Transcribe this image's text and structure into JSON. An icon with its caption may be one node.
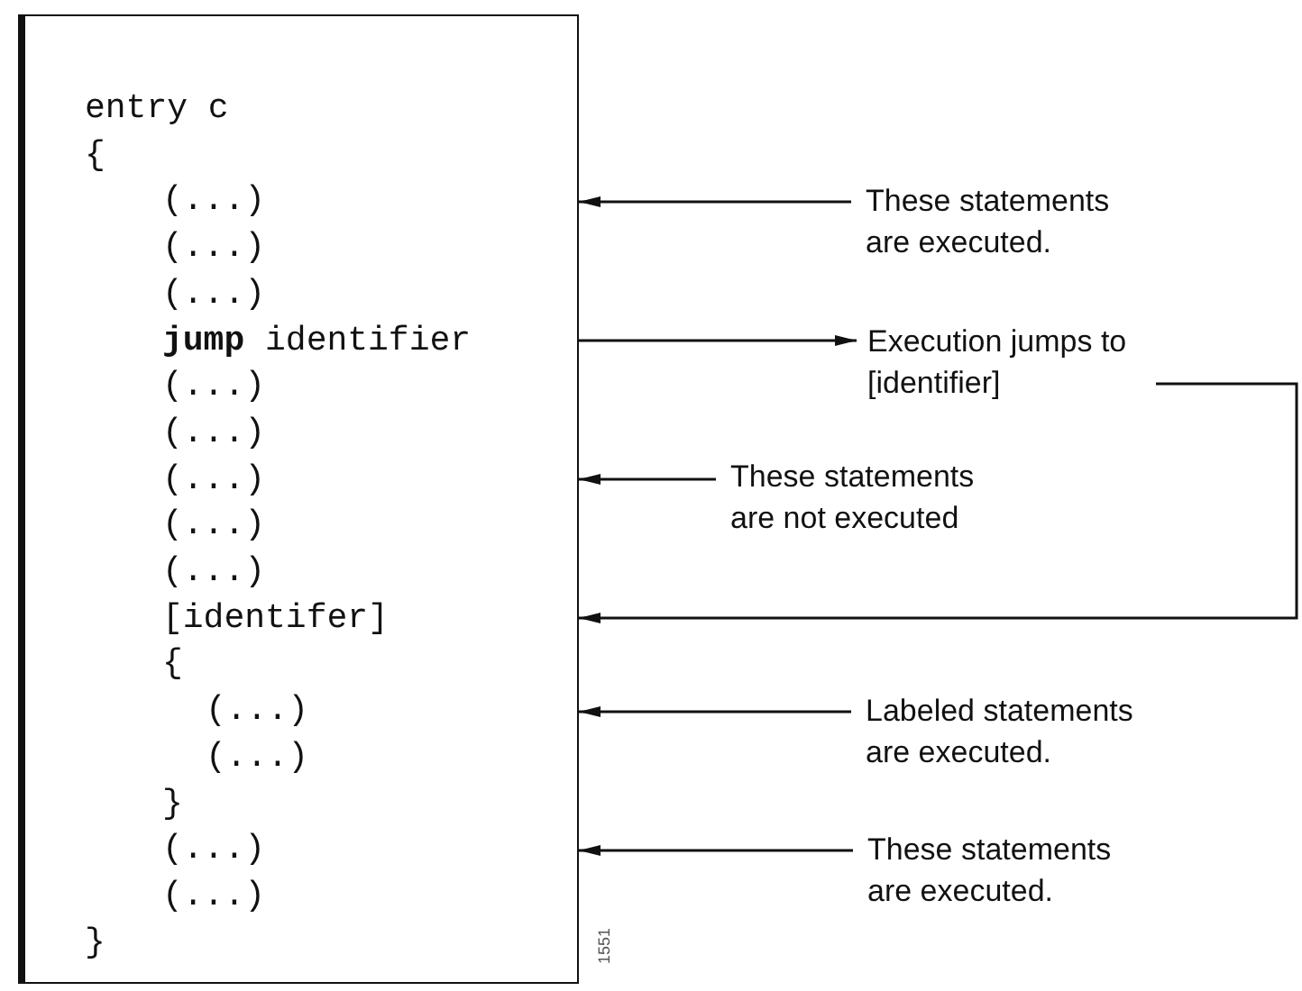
{
  "diagram": {
    "nodes": [
      {
        "text": [
          "entry c",
          "{",
          "(...)",
          "(...)",
          "(...)",
          "**jump** identifier",
          "(...)",
          "(...)",
          "(...)",
          "(...)",
          "(...)",
          "[identifer]",
          "{",
          "(...)",
          "(...)",
          "}",
          "(...)",
          "(...)",
          "}"
        ]
      },
      {
        "text": [
          "These statements are executed."
        ]
      },
      {
        "text": [
          "Execution jumps to [identifier]"
        ]
      },
      {
        "text": [
          "These statements are not executed"
        ]
      },
      {
        "text": [
          "Labeled statements are executed."
        ]
      },
      {
        "text": [
          "These statements are executed."
        ]
      }
    ],
    "edges": [
      {
        "from": 1,
        "to": 0,
        "arrow": "to"
      },
      {
        "from": 0,
        "to": 2,
        "arrow": "to"
      },
      {
        "from": 3,
        "to": 0,
        "arrow": "to"
      },
      {
        "from": 2,
        "to": 0,
        "arrow": "to"
      },
      {
        "from": 4,
        "to": 0,
        "arrow": "to"
      },
      {
        "from": 5,
        "to": 0,
        "arrow": "to"
      }
    ],
    "labels": [
      "1551"
    ]
  }
}
